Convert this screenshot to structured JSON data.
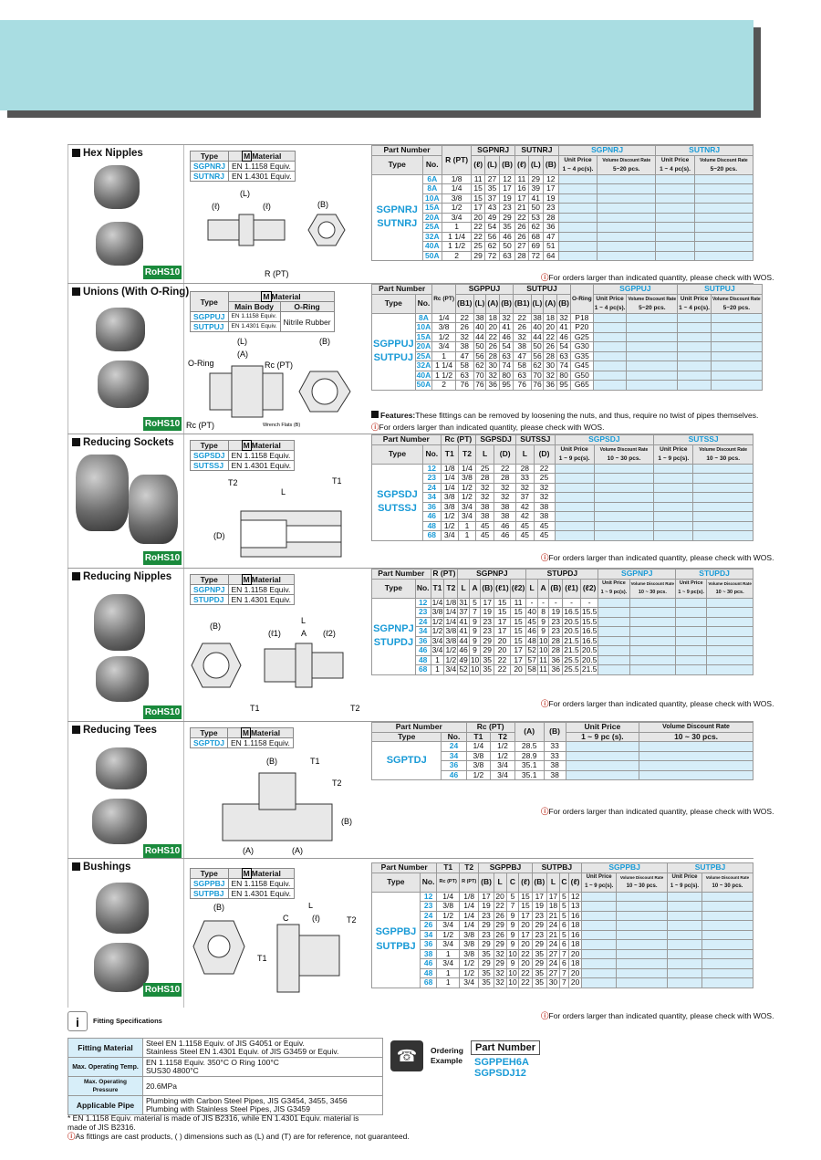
{
  "colors": {
    "accent": "#1a9bd7",
    "banner": "#a9dde2",
    "rohs": "#1a8a3c",
    "price_bg": "#d7eef9"
  },
  "common": {
    "type_label": "Type",
    "material_label": "Material",
    "material_icon_letter": "M",
    "part_number": "Part Number",
    "no_label": "No.",
    "rohs": "RoHS10",
    "unit_price": "Unit Price",
    "vol_disc": "Volume Discount Rate",
    "vol_disc_short": "Volume Discount Rate",
    "order_note": "For orders larger than indicated quantity, please check with WOS."
  },
  "hex": {
    "title": "Hex Nipples",
    "materials": [
      [
        "SGPNRJ",
        "EN 1.1158 Equiv."
      ],
      [
        "SUTNRJ",
        "EN 1.4301 Equiv."
      ]
    ],
    "dims": [
      "(L)",
      "(ℓ)",
      "(ℓ)",
      "(B)",
      "R (PT)"
    ],
    "h1": [
      "SGPNRJ",
      "SUTNRJ",
      "SGPNRJ",
      "SUTNRJ"
    ],
    "h2": [
      "R (PT)",
      "(ℓ)",
      "(L)",
      "(B)",
      "(ℓ)",
      "(L)",
      "(B)",
      "1 ~ 4 pc(s).",
      "5~20 pcs."
    ],
    "codes": [
      "SGPNRJ",
      "SUTNRJ"
    ],
    "rows": [
      [
        "6A",
        "1/8",
        "11",
        "27",
        "12",
        "11",
        "29",
        "12"
      ],
      [
        "8A",
        "1/4",
        "15",
        "35",
        "17",
        "16",
        "39",
        "17"
      ],
      [
        "10A",
        "3/8",
        "15",
        "37",
        "19",
        "17",
        "41",
        "19"
      ],
      [
        "15A",
        "1/2",
        "17",
        "43",
        "23",
        "21",
        "50",
        "23"
      ],
      [
        "20A",
        "3/4",
        "20",
        "49",
        "29",
        "22",
        "53",
        "28"
      ],
      [
        "25A",
        "1",
        "22",
        "54",
        "35",
        "26",
        "62",
        "36"
      ],
      [
        "32A",
        "1 1/4",
        "22",
        "56",
        "46",
        "26",
        "68",
        "47"
      ],
      [
        "40A",
        "1 1/2",
        "25",
        "62",
        "50",
        "27",
        "69",
        "51"
      ],
      [
        "50A",
        "2",
        "29",
        "72",
        "63",
        "28",
        "72",
        "64"
      ]
    ]
  },
  "union": {
    "title": "Unions (With O-Ring)",
    "mat_head": [
      "Main Body",
      "O-Ring"
    ],
    "materials": [
      [
        "SGPPUJ",
        "EN 1.1158 Equiv."
      ],
      [
        "SUTPUJ",
        "EN 1.4301 Equiv."
      ]
    ],
    "oring": "Nitrile Rubber",
    "dims": [
      "(L)",
      "(A)",
      "(B)",
      "O-Ring",
      "Rc (PT)",
      "Rc (PT)",
      "Wrench Flats (B)"
    ],
    "h1": [
      "SGPPUJ",
      "SUTPUJ",
      "O-Ring",
      "SGPPUJ",
      "SUTPUJ"
    ],
    "h2": [
      "Rc (PT)",
      "(B1)",
      "(L)",
      "(A)",
      "(B)",
      "(B1)",
      "(L)",
      "(A)",
      "(B)",
      "1 ~ 4 pc(s).",
      "5~20 pcs."
    ],
    "codes": [
      "SGPPUJ",
      "SUTPUJ"
    ],
    "rows": [
      [
        "8A",
        "1/4",
        "22",
        "38",
        "18",
        "32",
        "22",
        "38",
        "18",
        "32",
        "P18"
      ],
      [
        "10A",
        "3/8",
        "26",
        "40",
        "20",
        "41",
        "26",
        "40",
        "20",
        "41",
        "P20"
      ],
      [
        "15A",
        "1/2",
        "32",
        "44",
        "22",
        "46",
        "32",
        "44",
        "22",
        "46",
        "G25"
      ],
      [
        "20A",
        "3/4",
        "38",
        "50",
        "26",
        "54",
        "38",
        "50",
        "26",
        "54",
        "G30"
      ],
      [
        "25A",
        "1",
        "47",
        "56",
        "28",
        "63",
        "47",
        "56",
        "28",
        "63",
        "G35"
      ],
      [
        "32A",
        "1 1/4",
        "58",
        "62",
        "30",
        "74",
        "58",
        "62",
        "30",
        "74",
        "G45"
      ],
      [
        "40A",
        "1 1/2",
        "63",
        "70",
        "32",
        "80",
        "63",
        "70",
        "32",
        "80",
        "G50"
      ],
      [
        "50A",
        "2",
        "76",
        "76",
        "36",
        "95",
        "76",
        "76",
        "36",
        "95",
        "G65"
      ]
    ],
    "feature_label": "Features:",
    "feature": "These fittings can be removed by loosening the nuts, and thus, require no twist of pipes themselves."
  },
  "socket": {
    "title": "Reducing Sockets",
    "materials": [
      [
        "SGPSDJ",
        "EN 1.1158 Equiv."
      ],
      [
        "SUTSSJ",
        "EN 1.4301 Equiv."
      ]
    ],
    "dims": [
      "T2",
      "L",
      "T1",
      "(D)"
    ],
    "h1": [
      "Rc (PT)",
      "SGPSDJ",
      "SUTSSJ",
      "SGPSDJ",
      "SUTSSJ"
    ],
    "h2": [
      "T1",
      "T2",
      "L",
      "(D)",
      "L",
      "(D)",
      "1 ~ 9 pc(s).",
      "10 ~ 30 pcs."
    ],
    "codes": [
      "SGPSDJ",
      "SUTSSJ"
    ],
    "rows": [
      [
        "12",
        "1/8",
        "1/4",
        "25",
        "22",
        "28",
        "22"
      ],
      [
        "23",
        "1/4",
        "3/8",
        "28",
        "28",
        "33",
        "25"
      ],
      [
        "24",
        "1/4",
        "1/2",
        "32",
        "32",
        "32",
        "32"
      ],
      [
        "34",
        "3/8",
        "1/2",
        "32",
        "32",
        "37",
        "32"
      ],
      [
        "36",
        "3/8",
        "3/4",
        "38",
        "38",
        "42",
        "38"
      ],
      [
        "46",
        "1/2",
        "3/4",
        "38",
        "38",
        "42",
        "38"
      ],
      [
        "48",
        "1/2",
        "1",
        "45",
        "46",
        "45",
        "45"
      ],
      [
        "68",
        "3/4",
        "1",
        "45",
        "46",
        "45",
        "45"
      ]
    ]
  },
  "rnipple": {
    "title": "Reducing Nipples",
    "materials": [
      [
        "SGPNPJ",
        "EN 1.1158 Equiv."
      ],
      [
        "STUPDJ",
        "EN 1.4301 Equiv."
      ]
    ],
    "dims": [
      "(B)",
      "L",
      "(ℓ1)",
      "A",
      "(ℓ2)",
      "T1",
      "T2"
    ],
    "h1": [
      "R (PT)",
      "SGPNPJ",
      "STUPDJ",
      "SGPNPJ",
      "STUPDJ"
    ],
    "h2": [
      "T1",
      "T2",
      "L",
      "A",
      "(B)",
      "(ℓ1)",
      "(ℓ2)",
      "L",
      "A",
      "(B)",
      "(ℓ1)",
      "(ℓ2)",
      "1 ~ 9 pc(s).",
      "10 ~ 30 pcs."
    ],
    "codes": [
      "SGPNPJ",
      "STUPDJ"
    ],
    "rows": [
      [
        "12",
        "1/4",
        "1/8",
        "31",
        "5",
        "17",
        "15",
        "11",
        "-",
        "-",
        "-",
        "-",
        "-"
      ],
      [
        "23",
        "3/8",
        "1/4",
        "37",
        "7",
        "19",
        "15",
        "15",
        "40",
        "8",
        "19",
        "16.5",
        "15.5"
      ],
      [
        "24",
        "1/2",
        "1/4",
        "41",
        "9",
        "23",
        "17",
        "15",
        "45",
        "9",
        "23",
        "20.5",
        "15.5"
      ],
      [
        "34",
        "1/2",
        "3/8",
        "41",
        "9",
        "23",
        "17",
        "15",
        "46",
        "9",
        "23",
        "20.5",
        "16.5"
      ],
      [
        "36",
        "3/4",
        "3/8",
        "44",
        "9",
        "29",
        "20",
        "15",
        "48",
        "10",
        "28",
        "21.5",
        "16.5"
      ],
      [
        "46",
        "3/4",
        "1/2",
        "46",
        "9",
        "29",
        "20",
        "17",
        "52",
        "10",
        "28",
        "21.5",
        "20.5"
      ],
      [
        "48",
        "1",
        "1/2",
        "49",
        "10",
        "35",
        "22",
        "17",
        "57",
        "11",
        "36",
        "25.5",
        "20.5"
      ],
      [
        "68",
        "1",
        "3/4",
        "52",
        "10",
        "35",
        "22",
        "20",
        "58",
        "11",
        "36",
        "25.5",
        "21.5"
      ]
    ],
    "dash": "-"
  },
  "tee": {
    "title": "Reducing Tees",
    "materials": [
      [
        "SGPTDJ",
        "EN 1.1158 Equiv."
      ]
    ],
    "dims": [
      "(B)",
      "T1",
      "T2",
      "(B)",
      "(A)",
      "(A)"
    ],
    "h1": [
      "Rc (PT)",
      "(A)",
      "(B)",
      "Unit Price",
      "Volume Discount Rate"
    ],
    "h2": [
      "T1",
      "T2",
      "1 ~ 9 pc (s).",
      "10 ~ 30 pcs."
    ],
    "codes": [
      "SGPTDJ"
    ],
    "rows": [
      [
        "24",
        "1/4",
        "1/2",
        "28.5",
        "33"
      ],
      [
        "34",
        "3/8",
        "1/2",
        "28.9",
        "33"
      ],
      [
        "36",
        "3/8",
        "3/4",
        "35.1",
        "38"
      ],
      [
        "46",
        "1/2",
        "3/4",
        "35.1",
        "38"
      ]
    ]
  },
  "bushing": {
    "title": "Bushings",
    "materials": [
      [
        "SGPPBJ",
        "EN 1.1158 Equiv."
      ],
      [
        "SUTPBJ",
        "EN 1.4301 Equiv."
      ]
    ],
    "dims": [
      "(B)",
      "L",
      "C",
      "(ℓ)",
      "T2",
      "T1"
    ],
    "h1": [
      "T1",
      "T2",
      "SGPPBJ",
      "SUTPBJ",
      "SGPPBJ",
      "SUTPBJ"
    ],
    "h2": [
      "Rc (PT)",
      "R (PT)",
      "(B)",
      "L",
      "C",
      "(ℓ)",
      "(B)",
      "L",
      "C",
      "(ℓ)",
      "1 ~ 9 pc(s).",
      "10 ~ 30 pcs."
    ],
    "codes": [
      "SGPPBJ",
      "SUTPBJ"
    ],
    "rows": [
      [
        "12",
        "1/4",
        "1/8",
        "17",
        "20",
        "5",
        "15",
        "17",
        "17",
        "5",
        "12"
      ],
      [
        "23",
        "3/8",
        "1/4",
        "19",
        "22",
        "7",
        "15",
        "19",
        "18",
        "5",
        "13"
      ],
      [
        "24",
        "1/2",
        "1/4",
        "23",
        "26",
        "9",
        "17",
        "23",
        "21",
        "5",
        "16"
      ],
      [
        "26",
        "3/4",
        "1/4",
        "29",
        "29",
        "9",
        "20",
        "29",
        "24",
        "6",
        "18"
      ],
      [
        "34",
        "1/2",
        "3/8",
        "23",
        "26",
        "9",
        "17",
        "23",
        "21",
        "5",
        "16"
      ],
      [
        "36",
        "3/4",
        "3/8",
        "29",
        "29",
        "9",
        "20",
        "29",
        "24",
        "6",
        "18"
      ],
      [
        "38",
        "1",
        "3/8",
        "35",
        "32",
        "10",
        "22",
        "35",
        "27",
        "7",
        "20"
      ],
      [
        "46",
        "3/4",
        "1/2",
        "29",
        "29",
        "9",
        "20",
        "29",
        "24",
        "6",
        "18"
      ],
      [
        "48",
        "1",
        "1/2",
        "35",
        "32",
        "10",
        "22",
        "35",
        "27",
        "7",
        "20"
      ],
      [
        "68",
        "1",
        "3/4",
        "35",
        "32",
        "10",
        "22",
        "35",
        "30",
        "7",
        "20"
      ]
    ]
  },
  "specs": {
    "title": "Fitting Specifications",
    "rows": [
      [
        "Fitting Material",
        "Steel EN 1.1158 Equiv. of JIS G4051 or Equiv.",
        "Stainless Steel EN 1.4301 Equiv. of JIS G3459 or Equiv."
      ],
      [
        "Max. Operating Temp.",
        "EN 1.1158 Equiv.  350°C  O Ring  100°C",
        "SUS30  4800°C"
      ],
      [
        "Max. Operating Pressure",
        "20.6MPa",
        ""
      ],
      [
        "Applicable Pipe",
        "Plumbing with Carbon Steel Pipes, JIS G3454, 3455, 3456",
        "Plumbing with Stainless Steel Pipes, JIS G3459"
      ]
    ],
    "foot1": "* EN 1.1158 Equiv. material is made of JIS B2316, while EN 1.4301 Equiv. material is",
    "foot2": "made of JIS B2316.",
    "foot3": "As fittings are cast products, ( ) dimensions such as (L) and (T) are for reference, not guaranteed."
  },
  "ordering": {
    "label1": "Ordering",
    "label2": "Example",
    "pn": "Part Number",
    "ex1": "SGPPEH6A",
    "ex2": "SGPSDJ12"
  }
}
